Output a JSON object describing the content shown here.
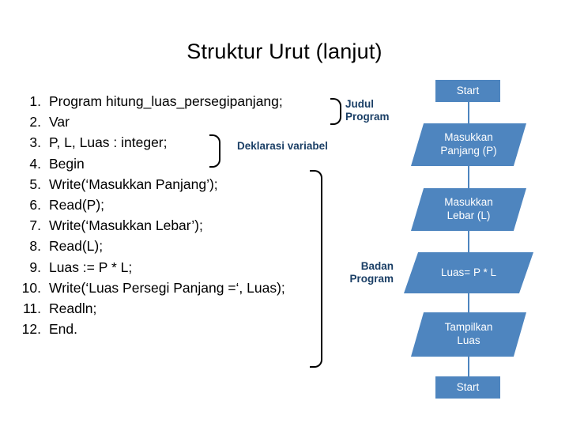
{
  "slide": {
    "title": "Struktur Urut (lanjut)"
  },
  "code": {
    "lines": [
      {
        "num": "1.",
        "text": "Program hitung_luas_persegipanjang;"
      },
      {
        "num": "2.",
        "text": "Var"
      },
      {
        "num": "3.",
        "text": "P, L, Luas : integer;"
      },
      {
        "num": "4.",
        "text": "Begin"
      },
      {
        "num": "5.",
        "text": "Write(‘Masukkan Panjang’);"
      },
      {
        "num": "6.",
        "text": "Read(P);"
      },
      {
        "num": "7.",
        "text": "Write(‘Masukkan Lebar’);"
      },
      {
        "num": "8.",
        "text": "Read(L);"
      },
      {
        "num": "9.",
        "text": "Luas := P * L;"
      },
      {
        "num": "10.",
        "text": "Write(‘Luas Persegi Panjang =‘, Luas);"
      },
      {
        "num": "11.",
        "text": "Readln;"
      },
      {
        "num": "12.",
        "text": "End."
      }
    ]
  },
  "annotations": {
    "judul": "Judul\nProgram",
    "judul_line1": "Judul",
    "judul_line2": "Program",
    "deklarasi": "Deklarasi variabel",
    "badan_line1": "Badan",
    "badan_line2": "Program"
  },
  "flowchart": {
    "nodes": [
      {
        "id": "start",
        "label": "Start",
        "shape": "rect"
      },
      {
        "id": "input-p",
        "label": "Masukkan\nPanjang (P)",
        "line1": "Masukkan",
        "line2": "Panjang (P)",
        "shape": "parallelogram"
      },
      {
        "id": "input-l",
        "label": "Masukkan\nLebar (L)",
        "line1": "Masukkan",
        "line2": "Lebar (L)",
        "shape": "parallelogram"
      },
      {
        "id": "process-luas",
        "label": "Luas= P * L",
        "shape": "parallelogram"
      },
      {
        "id": "output-luas",
        "label": "Tampilkan\nLuas",
        "line1": "Tampilkan",
        "line2": "Luas",
        "shape": "parallelogram"
      },
      {
        "id": "end",
        "label": "Start",
        "shape": "rect"
      }
    ]
  },
  "colors": {
    "flow_fill": "#4e85bf",
    "annotation_text": "#1b3f66",
    "background": "#ffffff"
  }
}
